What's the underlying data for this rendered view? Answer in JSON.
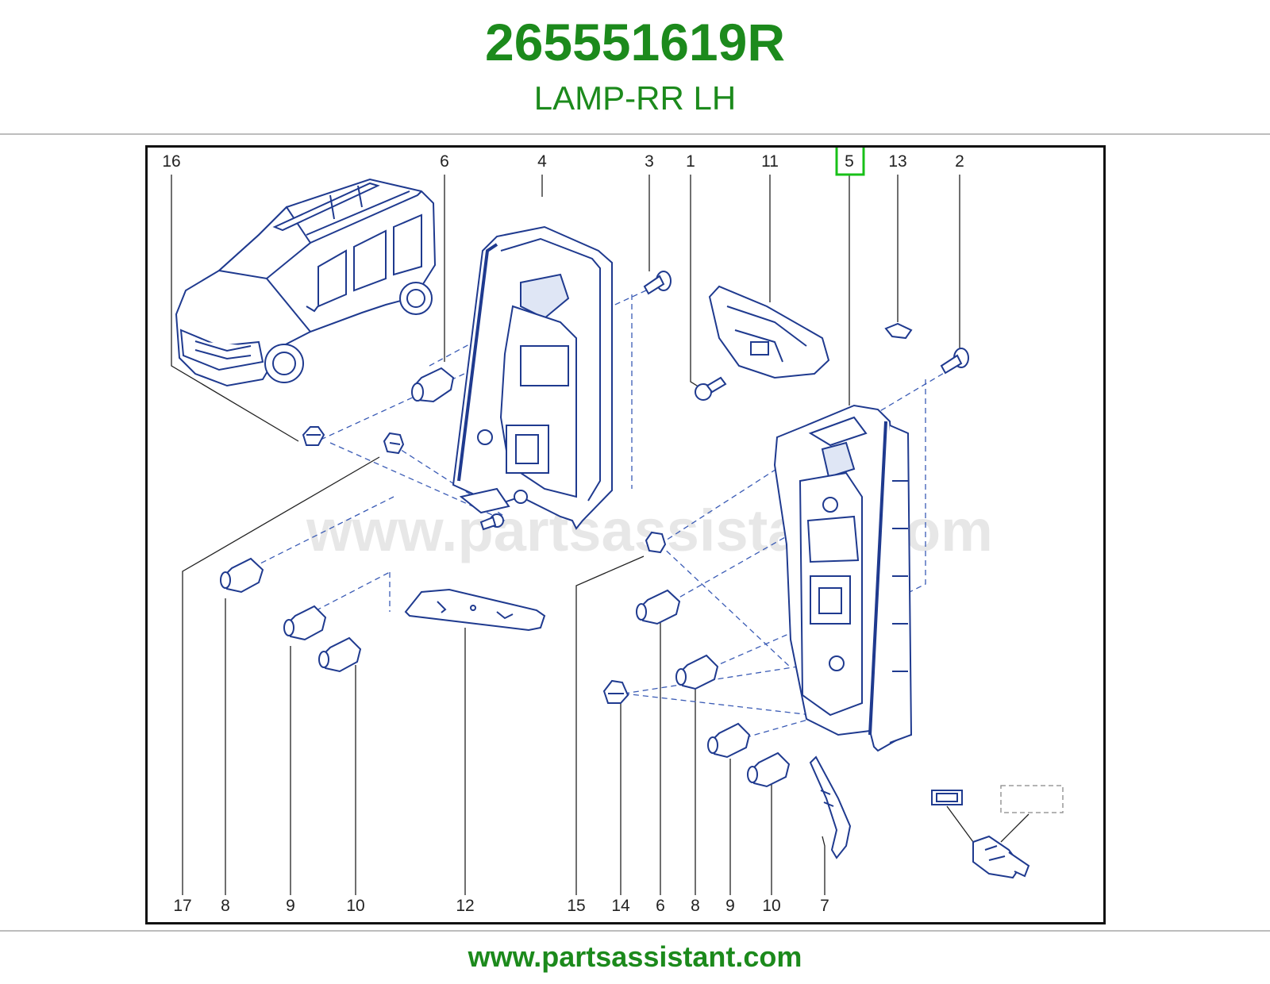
{
  "header": {
    "part_number": "265551619R",
    "part_name": "LAMP-RR LH"
  },
  "diagram": {
    "watermark": "www.partsassistant.com",
    "highlighted_callout": "5",
    "top_callouts": [
      "16",
      "6",
      "4",
      "3",
      "1",
      "11",
      "5",
      "13",
      "2"
    ],
    "bottom_callouts": [
      "17",
      "8",
      "9",
      "10",
      "12",
      "15",
      "14",
      "6",
      "8",
      "9",
      "10",
      "7"
    ]
  },
  "footer": {
    "url": "www.partsassistant.com"
  },
  "colors": {
    "brand_green": "#1c8a1c",
    "highlight_green": "#18c018",
    "line_blue": "#1f3a8f"
  }
}
